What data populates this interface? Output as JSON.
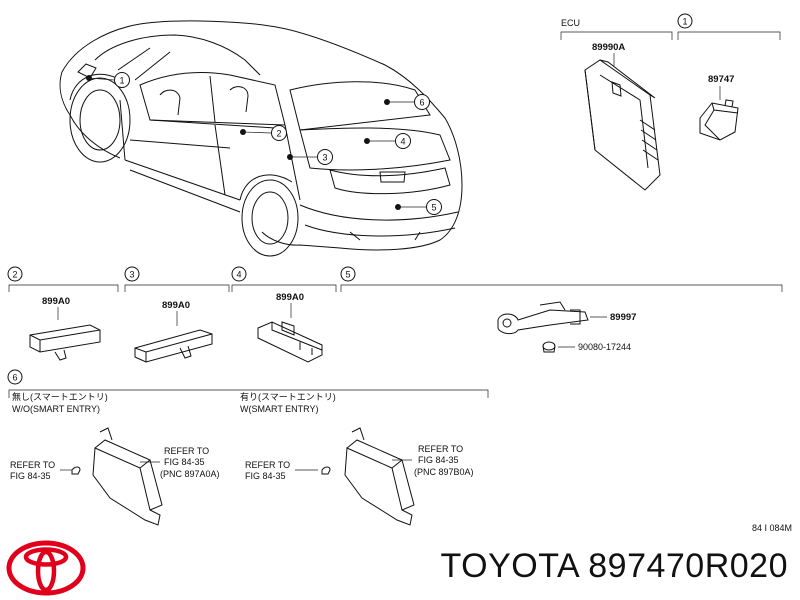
{
  "callouts": {
    "c1": "1",
    "c2": "2",
    "c3": "3",
    "c4": "4",
    "c5": "5",
    "c6": "6"
  },
  "ecu_group": {
    "header": "ECU",
    "part": "89990A"
  },
  "group1": {
    "num": "1",
    "part": "89747"
  },
  "group2": {
    "num": "2",
    "part": "899A0"
  },
  "group3": {
    "num": "3",
    "part": "899A0"
  },
  "group4": {
    "num": "4",
    "part": "899A0"
  },
  "group5": {
    "num": "5",
    "part_main": "89997",
    "part_bolt": "90080-17244"
  },
  "group6": {
    "num": "6",
    "left": {
      "jp": "無し(スマートエントリ)",
      "en": "W/O(SMART ENTRY)",
      "ref1_l1": "REFER TO",
      "ref1_l2": "FIG  84-35",
      "ref2_l1": "REFER TO",
      "ref2_l2": "FIG  84-35",
      "ref2_l3": "(PNC  897A0A)"
    },
    "right": {
      "jp": "有り(スマートエントリ)",
      "en": "W(SMART ENTRY)",
      "ref1_l1": "REFER TO",
      "ref1_l2": "FIG  84-35",
      "ref2_l1": "REFER TO",
      "ref2_l2": "FIG  84-35",
      "ref2_l3": "(PNC  897B0A)"
    }
  },
  "figure_code": "84 I 084M",
  "footer": {
    "brand": "TOYOTA",
    "part_number": "897470R020",
    "full": "TOYOTA 897470R020"
  },
  "colors": {
    "logo_red": "#e0001b",
    "line": "#111111"
  }
}
